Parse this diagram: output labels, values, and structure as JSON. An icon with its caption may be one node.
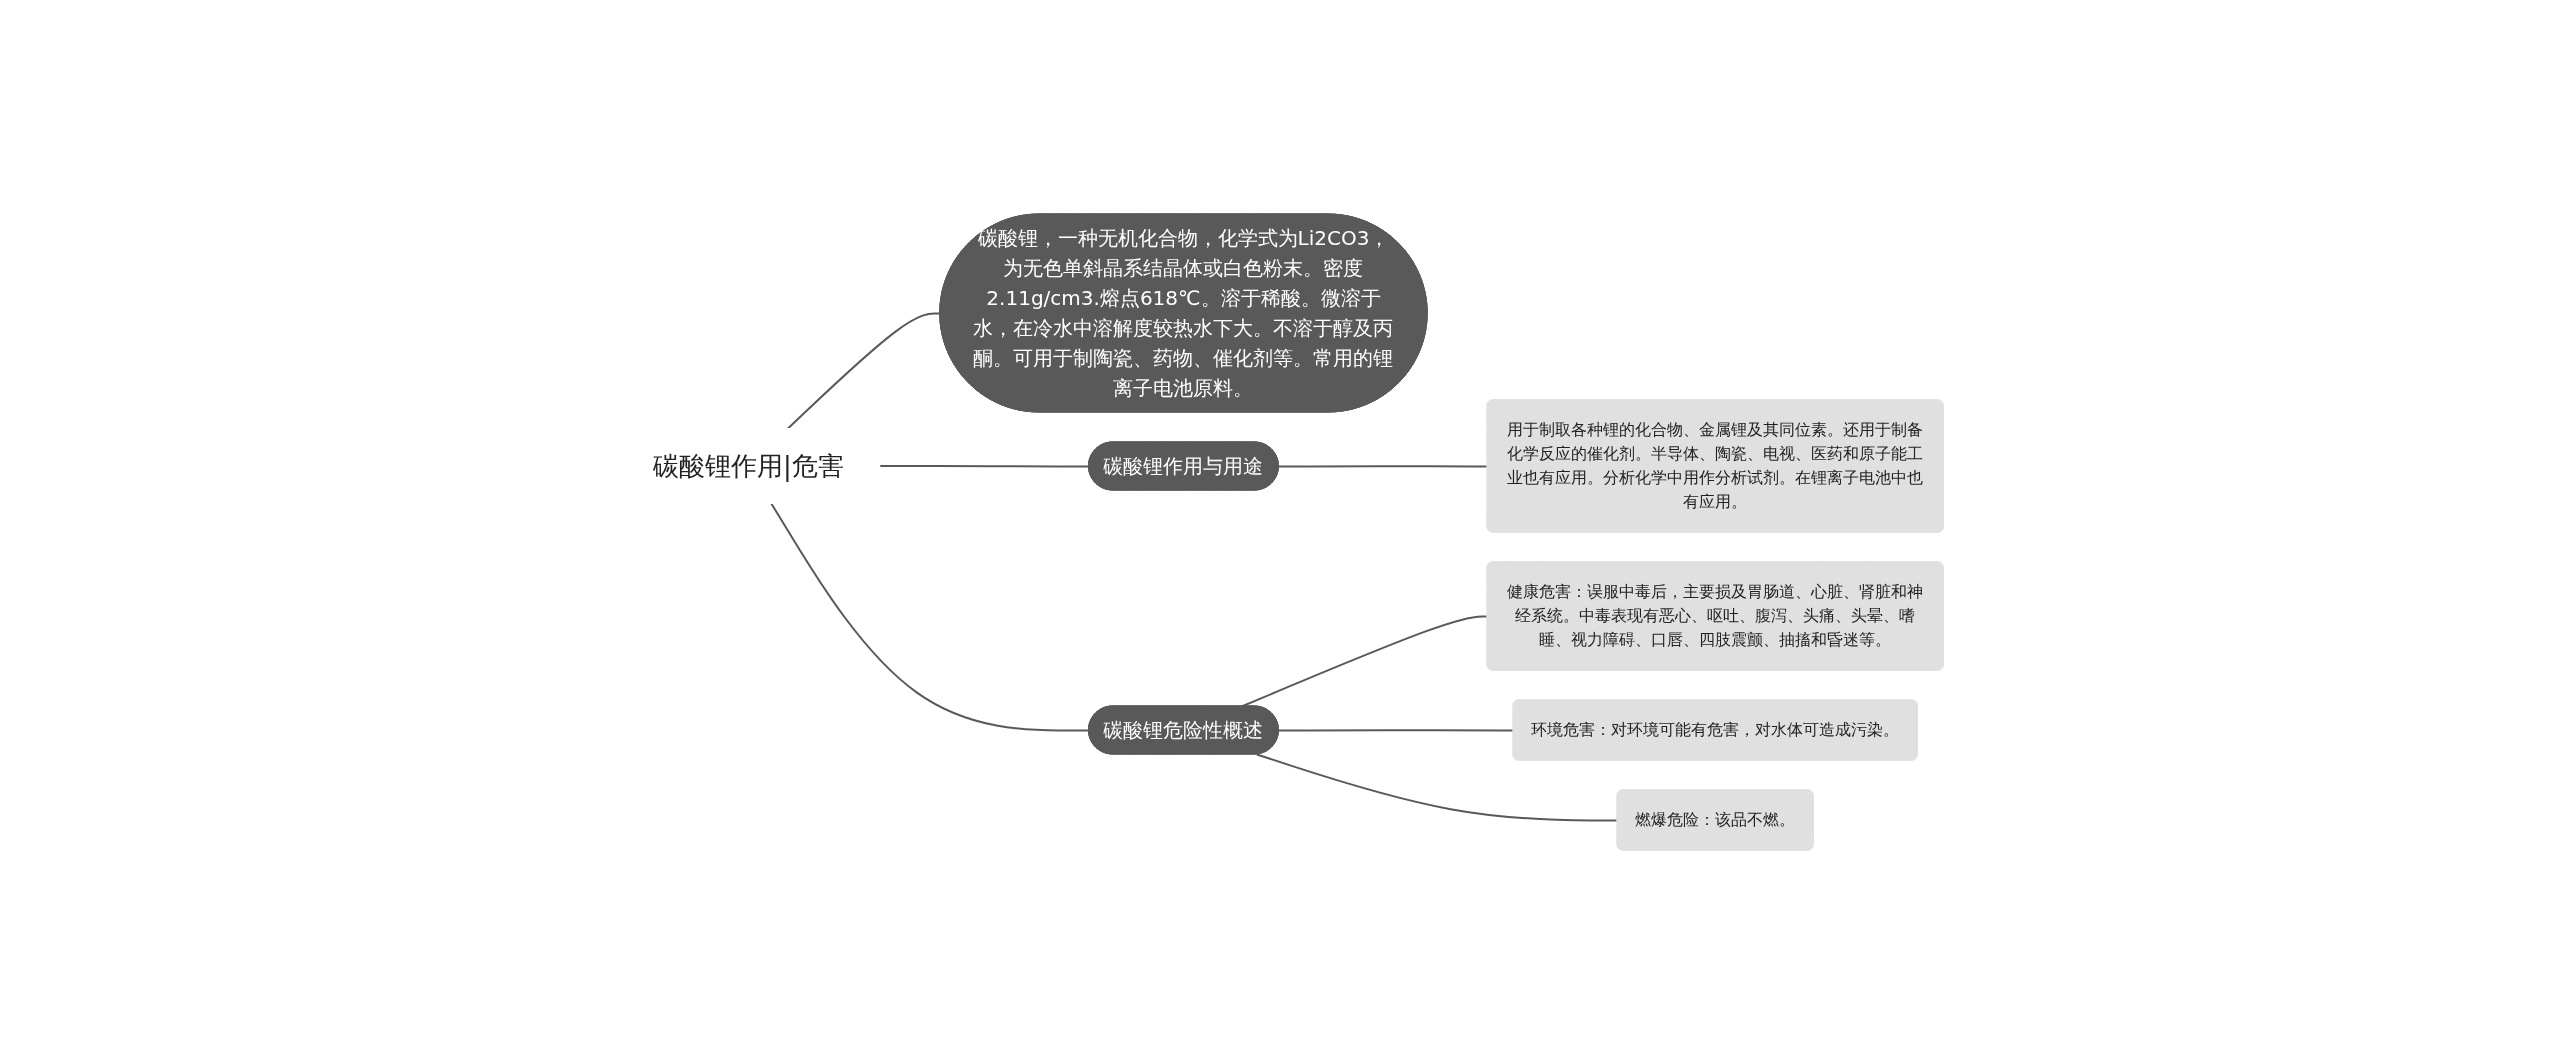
{
  "diagram": {
    "nodes": [
      {
        "text": [
          "碳酸锂作用|危害"
        ]
      },
      {
        "text": [
          "碳酸锂，一种无机化合物，化学式为Li2CO3，为无色单斜晶系结晶体或白色粉末。密度2.11g/cm3.熔点618℃。溶于稀酸。微溶于水，在冷水中溶解度较热水下大。不溶于醇及丙酮。可用于制陶瓷、药物、催化剂等。常用的锂离子电池原料。"
        ]
      },
      {
        "text": [
          "碳酸锂作用与用途"
        ]
      },
      {
        "text": [
          "用于制取各种锂的化合物、金属锂及其同位素。还用于制备化学反应的催化剂。半导体、陶瓷、电视、医药和原子能工业也有应用。分析化学中用作分析试剂。在锂离子电池中也有应用。"
        ]
      },
      {
        "text": [
          "碳酸锂危险性概述"
        ]
      },
      {
        "text": [
          "健康危害：误服中毒后，主要损及胃肠道、心脏、肾脏和神经系统。中毒表现有恶心、呕吐、腹泻、头痛、头晕、嗜睡、视力障碍、口唇、四肢震颤、抽搐和昏迷等。"
        ]
      },
      {
        "text": [
          "环境危害：对环境可能有危害，对水体可造成污染。"
        ]
      },
      {
        "text": [
          "燃爆危险：该品不燃。"
        ]
      }
    ],
    "edges": [
      {
        "from": 0,
        "to": 1,
        "arrow": "none"
      },
      {
        "from": 0,
        "to": 2,
        "arrow": "none"
      },
      {
        "from": 2,
        "to": 3,
        "arrow": "none"
      },
      {
        "from": 0,
        "to": 4,
        "arrow": "none"
      },
      {
        "from": 4,
        "to": 5,
        "arrow": "none"
      },
      {
        "from": 4,
        "to": 6,
        "arrow": "none"
      },
      {
        "from": 4,
        "to": 7,
        "arrow": "none"
      }
    ]
  }
}
